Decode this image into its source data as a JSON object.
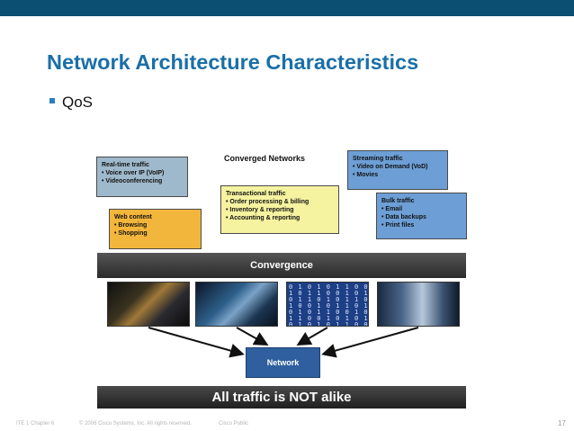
{
  "slide": {
    "title": "Network Architecture Characteristics",
    "bullet": "QoS",
    "page_number": "17"
  },
  "diagram": {
    "converged_networks": "Converged Networks",
    "realtime": {
      "header": "Real-time traffic",
      "items": [
        "• Voice over IP (VoIP)",
        "• Videoconferencing"
      ]
    },
    "web": {
      "header": "Web content",
      "items": [
        "• Browsing",
        "• Shopping"
      ]
    },
    "transactional": {
      "header": "Transactional traffic",
      "items": [
        "• Order processing & billing",
        "• Inventory & reporting",
        "• Accounting & reporting"
      ]
    },
    "streaming": {
      "header": "Streaming traffic",
      "items": [
        "• Video on Demand (VoD)",
        "• Movies"
      ]
    },
    "bulk": {
      "header": "Bulk traffic",
      "items": [
        "• Email",
        "• Data backups",
        "• Print files"
      ]
    },
    "convergence": "Convergence",
    "network": "Network",
    "all_traffic": "All traffic is NOT alike",
    "binary_text": "0 1 0 1 0 1 1 0 0 1\n1 0 1 1 0 0 1 0 1 1\n0 1 1 0 1 0 1 1 0 0\n1 0 0 1 0 1 1 0 1 0\n0 1 0 1 1 0 0 1 0 1\n1 1 0 0 1 0 1 0 1 1\n0 1 0 1 0 1 1 0 0 1"
  },
  "footer": {
    "course": "ITE 1 Chapter 6",
    "copyright": "© 2006 Cisco Systems, Inc. All rights reserved.",
    "classification": "Cisco Public"
  },
  "colors": {
    "title": "#1a6fa8",
    "topbar": "#0b4f73",
    "realtime_box": "#9fb9cc",
    "web_box": "#f3b63c",
    "transactional_box": "#f6f3a0",
    "streaming_box": "#6d9fd6",
    "network_box": "#2f5f9e"
  }
}
